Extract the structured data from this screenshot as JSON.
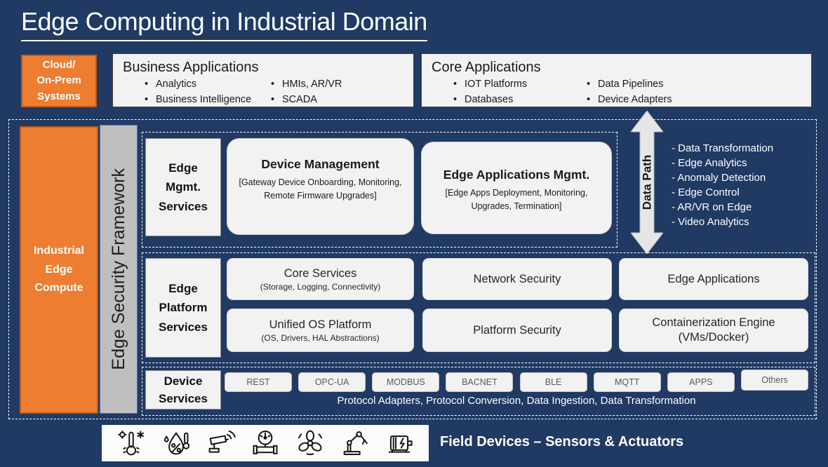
{
  "title": "Edge Computing in Industrial Domain",
  "colors": {
    "background": "#203A64",
    "accent_orange": "#ED7D31",
    "orange_border": "#C55A11",
    "box_fill": "#F2F2F2",
    "gray_bar": "#BFBFBF",
    "gray_bar_border": "#4472C4",
    "chip_text": "#595959",
    "white": "#FFFFFF"
  },
  "top_row": {
    "cloud": {
      "lines": [
        "Cloud/",
        "On-Prem",
        "Systems"
      ]
    },
    "business": {
      "title": "Business Applications",
      "col1": [
        "Analytics",
        "Business Intelligence"
      ],
      "col2": [
        "HMIs, AR/VR",
        "SCADA"
      ]
    },
    "core": {
      "title": "Core Applications",
      "col1": [
        "IOT Platforms",
        "Databases"
      ],
      "col2": [
        "Data Pipelines",
        "Device Adapters"
      ]
    }
  },
  "edge_compute": {
    "label_lines": [
      "Industrial",
      "Edge",
      "Compute"
    ],
    "security_framework": "Edge Security Framework",
    "mgmt": {
      "heading_lines": [
        "Edge",
        "Mgmt.",
        "Services"
      ],
      "device_management": {
        "title": "Device Management",
        "subtitle": "[Gateway Device Onboarding, Monitoring, Remote Firmware Upgrades]"
      },
      "edge_apps_mgmt": {
        "title": "Edge Applications Mgmt.",
        "subtitle": "[Edge Apps Deployment, Monitoring, Upgrades, Termination]"
      }
    },
    "data_path": {
      "label": "Data Path",
      "capabilities": [
        "- Data Transformation",
        "- Edge Analytics",
        "- Anomaly Detection",
        "- Edge Control",
        "- AR/VR on Edge",
        "- Video Analytics"
      ]
    },
    "platform": {
      "heading_lines": [
        "Edge",
        "Platform",
        "Services"
      ],
      "boxes": [
        {
          "title": "Core Services",
          "subtitle": "(Storage, Logging, Connectivity)"
        },
        {
          "title": "Network Security",
          "subtitle": ""
        },
        {
          "title": "Edge Applications",
          "subtitle": ""
        },
        {
          "title": "Unified OS Platform",
          "subtitle": "(OS, Drivers, HAL Abstractions)"
        },
        {
          "title": "Platform Security",
          "subtitle": ""
        },
        {
          "title": "Containerization Engine (VMs/Docker)",
          "subtitle": ""
        }
      ]
    },
    "device_services": {
      "heading_lines": [
        "Device",
        "Services"
      ],
      "protocols": [
        "REST",
        "OPC-UA",
        "MODBUS",
        "BACNET",
        "BLE",
        "MQTT",
        "APPS",
        "Others"
      ],
      "caption": "Protocol Adapters, Protocol Conversion, Data Ingestion, Data Transformation"
    }
  },
  "field_devices": {
    "label": "Field Devices – Sensors & Actuators",
    "icons": [
      "temperature-sensor-icon",
      "humidity-sensor-icon",
      "cctv-camera-icon",
      "pressure-gauge-icon",
      "fan-icon",
      "robot-arm-icon",
      "electric-motor-icon"
    ]
  }
}
